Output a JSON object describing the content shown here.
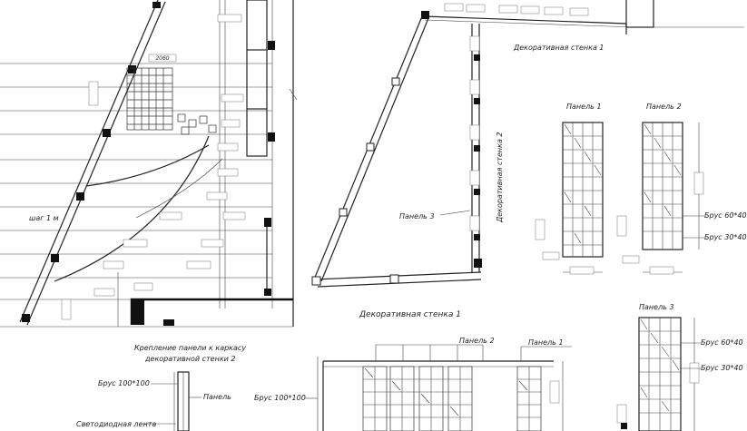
{
  "labels": {
    "wall1_top": "Декоративная стенка 1",
    "wall1_bottom": "Декоративная стенка 1",
    "wall2": "Декоративная стенка 2",
    "panel1": "Панель 1",
    "panel2": "Панель 2",
    "panel3": "Панель 3",
    "panel3_pointer": "Панель 3",
    "panel2_elev": "Панель 2",
    "panel1_elev": "Панель 1",
    "step": "шаг 1 м",
    "mount_title_1": "Крепление панели к каркасу",
    "mount_title_2": "декоративной стенки 2",
    "beam_100": "Брус 100*100",
    "beam_100_elev": "Брус 100*100",
    "panel_word": "Панель",
    "led_strip": "Светодиодная лента",
    "beam_60_p2": "Брус 60*40",
    "beam_30_p2": "Брус 30*40",
    "beam_60_p3": "Брус 60*40",
    "beam_30_p3": "Брус 30*40"
  }
}
